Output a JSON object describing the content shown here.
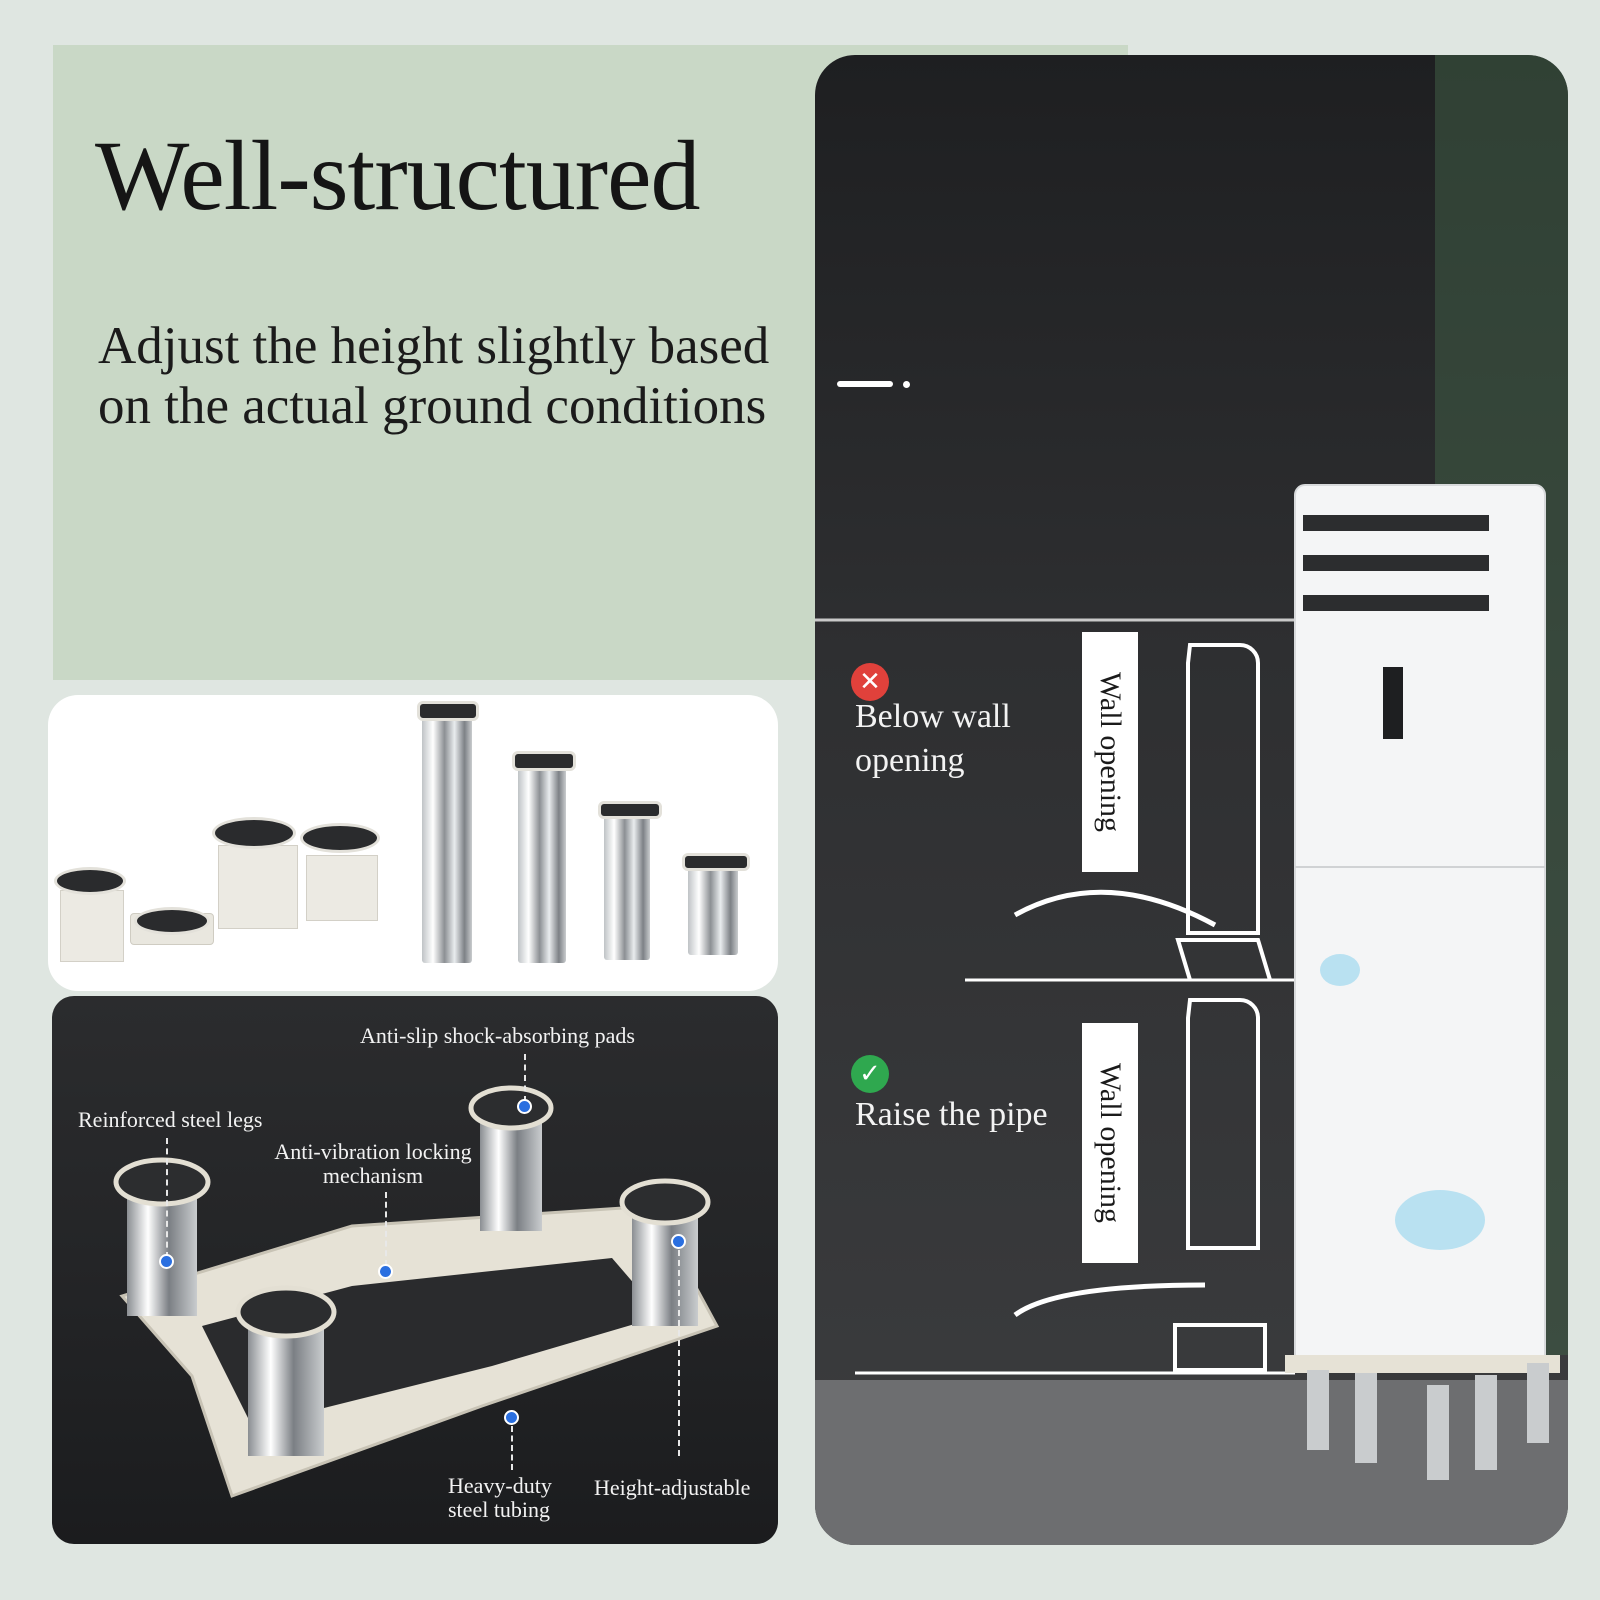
{
  "header": {
    "title": "Well-structured",
    "subtitle": "Adjust the height slightly based on the actual ground conditions"
  },
  "features": {
    "anti_slip": "Anti-slip shock-absorbing pads",
    "steel_legs": "Reinforced steel legs",
    "locking_line1": "Anti-vibration locking",
    "locking_line2": "mechanism",
    "tubing_line1": "Heavy-duty",
    "tubing_line2": "steel tubing",
    "height": "Height-adjustable"
  },
  "scenarios": {
    "wrong_line1": "Below wall",
    "wrong_line2": "opening",
    "wrong_icon": "x-icon",
    "right_text": "Raise the pipe",
    "right_icon": "check-icon",
    "wall_label_top": "Wall opening",
    "wall_label_bottom": "Wall opening"
  },
  "colors": {
    "green_panel": "#c9d8c6",
    "error": "#e0413b",
    "success": "#2fa84f",
    "marker_dot": "#2a6fe0"
  }
}
